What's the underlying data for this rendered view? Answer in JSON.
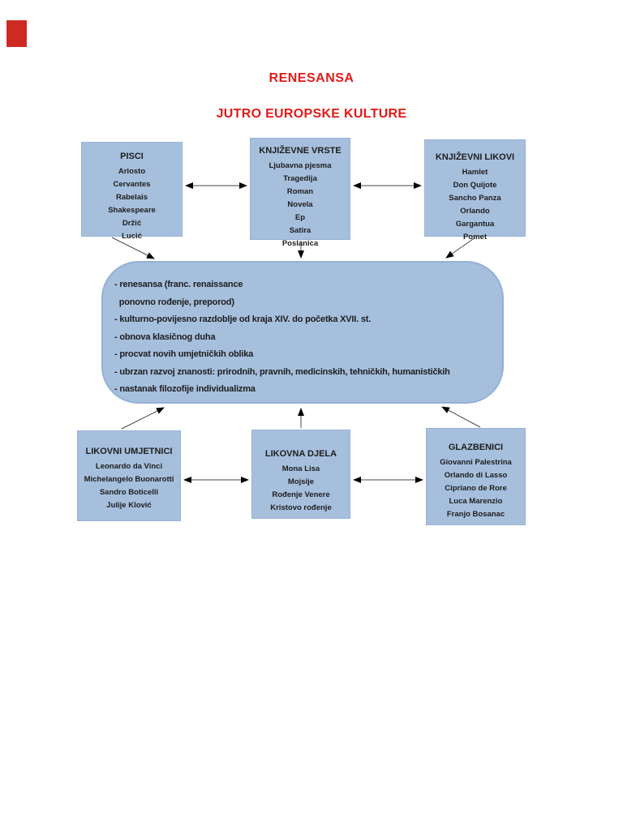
{
  "page": {
    "title": "RENESANSA",
    "subtitle": "JUTRO EUROPSKE KULTURE",
    "accent_color": "#e11b17",
    "node_fill": "#a6bfdd",
    "red_square_color": "#ce2a24"
  },
  "nodes": {
    "pisci": {
      "title": "PISCI",
      "items": [
        "Ariosto",
        "Cervantes",
        "Rabelais",
        "Shakespeare",
        "Držić",
        "Lucić"
      ]
    },
    "knjizevne_vrste": {
      "title": "KNJIŽEVNE VRSTE",
      "items": [
        "Ljubavna pjesma",
        "Tragedija",
        "Roman",
        "Novela",
        "Ep",
        "Satira",
        "Poslanica"
      ]
    },
    "knjizevni_likovi": {
      "title": "KNJIŽEVNI LIKOVI",
      "items": [
        "Hamlet",
        "Don Quijote",
        "Sancho Panza",
        "Orlando",
        "Gargantua",
        "Pomet"
      ]
    },
    "likovni_umjetnici": {
      "title": "LIKOVNI UMJETNICI",
      "items": [
        "Leonardo da Vinci",
        "Michelangelo Buonarotti",
        "Sandro Boticelli",
        "Julije Klović"
      ]
    },
    "likovna_djela": {
      "title": "LIKOVNA DJELA",
      "items": [
        "Mona Lisa",
        "Mojsije",
        "Rođenje Venere",
        "Kristovo rođenje"
      ]
    },
    "glazbenici": {
      "title": "GLAZBENICI",
      "items": [
        "Giovanni Palestrina",
        "Orlando di Lasso",
        "Cipriano de Rore",
        "Luca Marenzio",
        "Franjo Bosanac"
      ]
    }
  },
  "center": {
    "lines": [
      "- renesansa (franc. renaissance",
      "  ponovno rođenje, preporod)",
      "- kulturno-povijesno razdoblje od kraja XIV. do početka XVII. st.",
      "- obnova klasičnog duha",
      "- procvat novih umjetničkih oblika",
      "- ubrzan razvoj znanosti: prirodnih, pravnih, medicinskih, tehničkih, humanističkih",
      "- nastanak filozofije individualizma"
    ]
  }
}
